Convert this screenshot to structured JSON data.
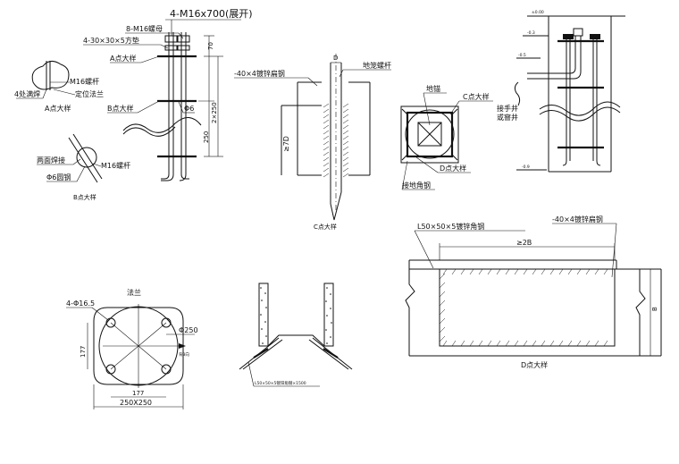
{
  "views": {
    "elevation": {
      "bolt_count_spec": "4-M16x700(展开)",
      "nut_spec": "8-M16螺母",
      "washer_spec": "4-30×30×5方垫",
      "detail_a_ref": "A点大样",
      "detail_b_ref": "B点大样",
      "rebar": "Φ6",
      "dim_top": "70",
      "dim_side": "2×250",
      "dim_bottom": "250"
    },
    "detail_a": {
      "weld": "4处满焊",
      "bolt": "M16螺杆",
      "flange": "定位法兰",
      "title": "A点大样"
    },
    "detail_b": {
      "weld": "两面焊接",
      "bolt": "M16螺杆",
      "rebar": "Φ6圆钢",
      "title": "B点大样"
    },
    "detail_c_section": {
      "steel": "-40×4镀锌扁钢",
      "rod": "地笼螺杆",
      "depth": "≥7D",
      "dia": "D",
      "title": "C点大样"
    },
    "detail_c_plan": {
      "anchor": "地锚",
      "ref_c": "C点大样",
      "ref_d": "D点大样",
      "angle": "接地角钢"
    },
    "install": {
      "well": "接手井",
      "well2": "或窨井"
    },
    "flange": {
      "title": "法兰",
      "holes": "4-Φ16.5",
      "center": "Φ250",
      "dir": "背3向",
      "dim_177_h": "177",
      "dim_177_v": "177",
      "size": "250X250"
    },
    "ground_angle": {
      "label": "L50×50×5镀锌角钢×1500"
    },
    "detail_d": {
      "angle_label": "L50×50×5镀锌角钢",
      "flat_label": "-40×4镀锌扁钢",
      "overlap": "≥2B",
      "width": "B",
      "title": "D点大样"
    }
  }
}
